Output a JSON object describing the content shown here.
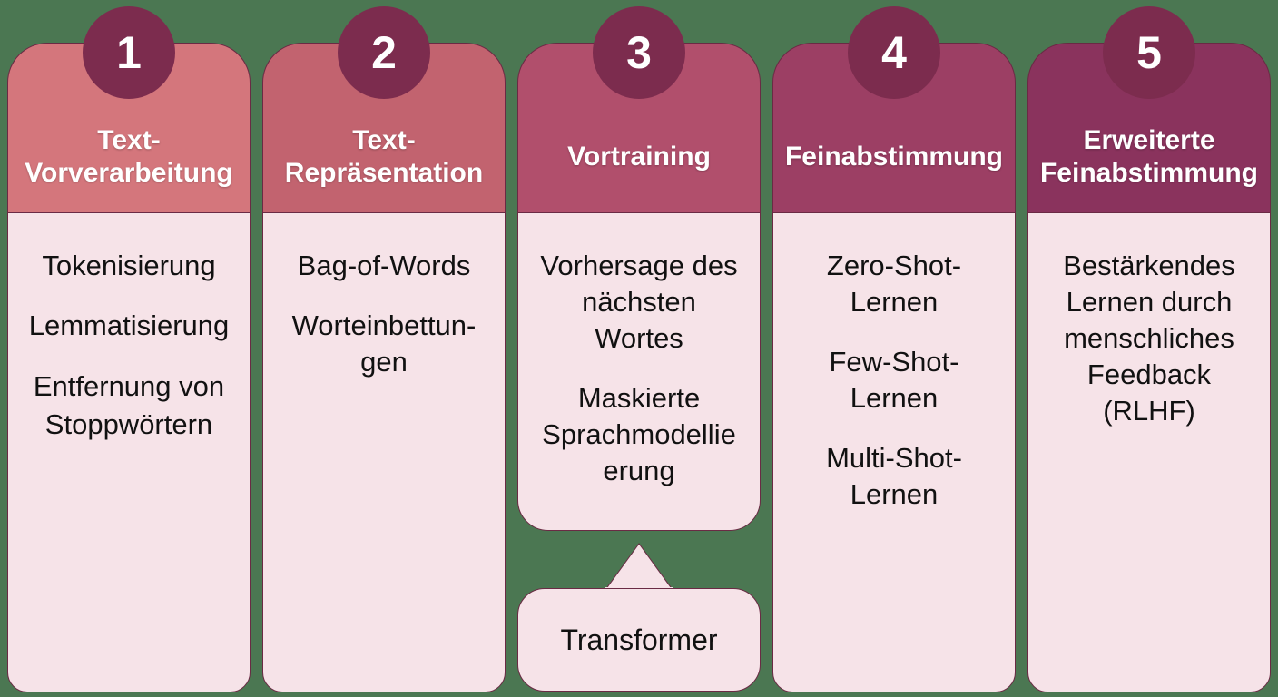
{
  "colors": {
    "background": "#4b7752",
    "badge": "#7c2c4e",
    "body": "#f6e3e8",
    "headers": [
      "#d4767c",
      "#c2636f",
      "#b14f6c",
      "#9c3f64",
      "#8a335d"
    ]
  },
  "stages": [
    {
      "number": "1",
      "title": "Text-\nVorverarbeitung",
      "items": [
        "Tokenisierung",
        "Lemmatisierung",
        "Entfernung von\nStoppwörtern"
      ]
    },
    {
      "number": "2",
      "title": "Text-\nRepräsentation",
      "items": [
        "Bag-of-Words",
        "Worteinbettun-\ngen"
      ]
    },
    {
      "number": "3",
      "title": "Vortraining",
      "items": [
        "Vorhersage des\nnächsten\nWortes",
        "Maskierte\nSprachmodellie\nerung"
      ]
    },
    {
      "number": "4",
      "title": "Feinabstimmung",
      "items": [
        "Zero-Shot-\nLernen",
        "Few-Shot-\nLernen",
        "Multi-Shot-\nLernen"
      ]
    },
    {
      "number": "5",
      "title": "Erweiterte\nFeinabstimmung",
      "items": [
        "Bestärkendes\nLernen durch\nmenschliches\nFeedback\n(RLHF)"
      ]
    }
  ],
  "callout": {
    "label": "Transformer"
  }
}
